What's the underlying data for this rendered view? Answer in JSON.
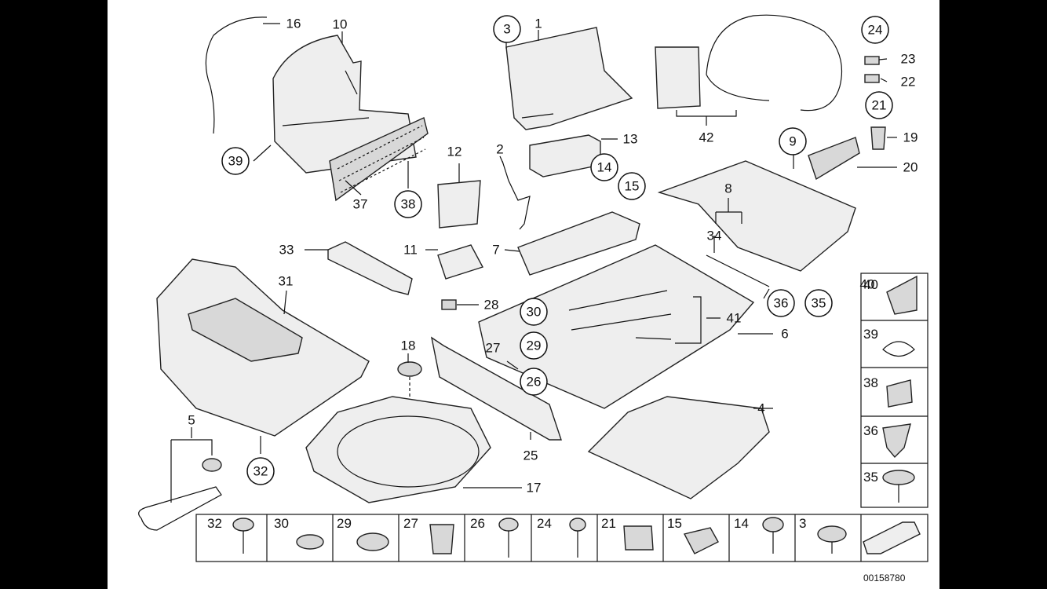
{
  "diagram_code": "00158780",
  "callouts": [
    "1",
    "2",
    "3",
    "4",
    "5",
    "6",
    "7",
    "8",
    "9",
    "10",
    "11",
    "12",
    "13",
    "14",
    "15",
    "16",
    "17",
    "18",
    "19",
    "20",
    "21",
    "22",
    "23",
    "24",
    "25",
    "26",
    "27",
    "28",
    "29",
    "30",
    "31",
    "32",
    "33",
    "34",
    "35",
    "36",
    "37",
    "38",
    "39",
    "40",
    "41",
    "42"
  ],
  "side_legend": [
    "40",
    "39",
    "38",
    "36",
    "35"
  ],
  "bottom_legend": [
    "32",
    "30",
    "29",
    "27",
    "26",
    "24",
    "21",
    "15",
    "14",
    "3"
  ]
}
